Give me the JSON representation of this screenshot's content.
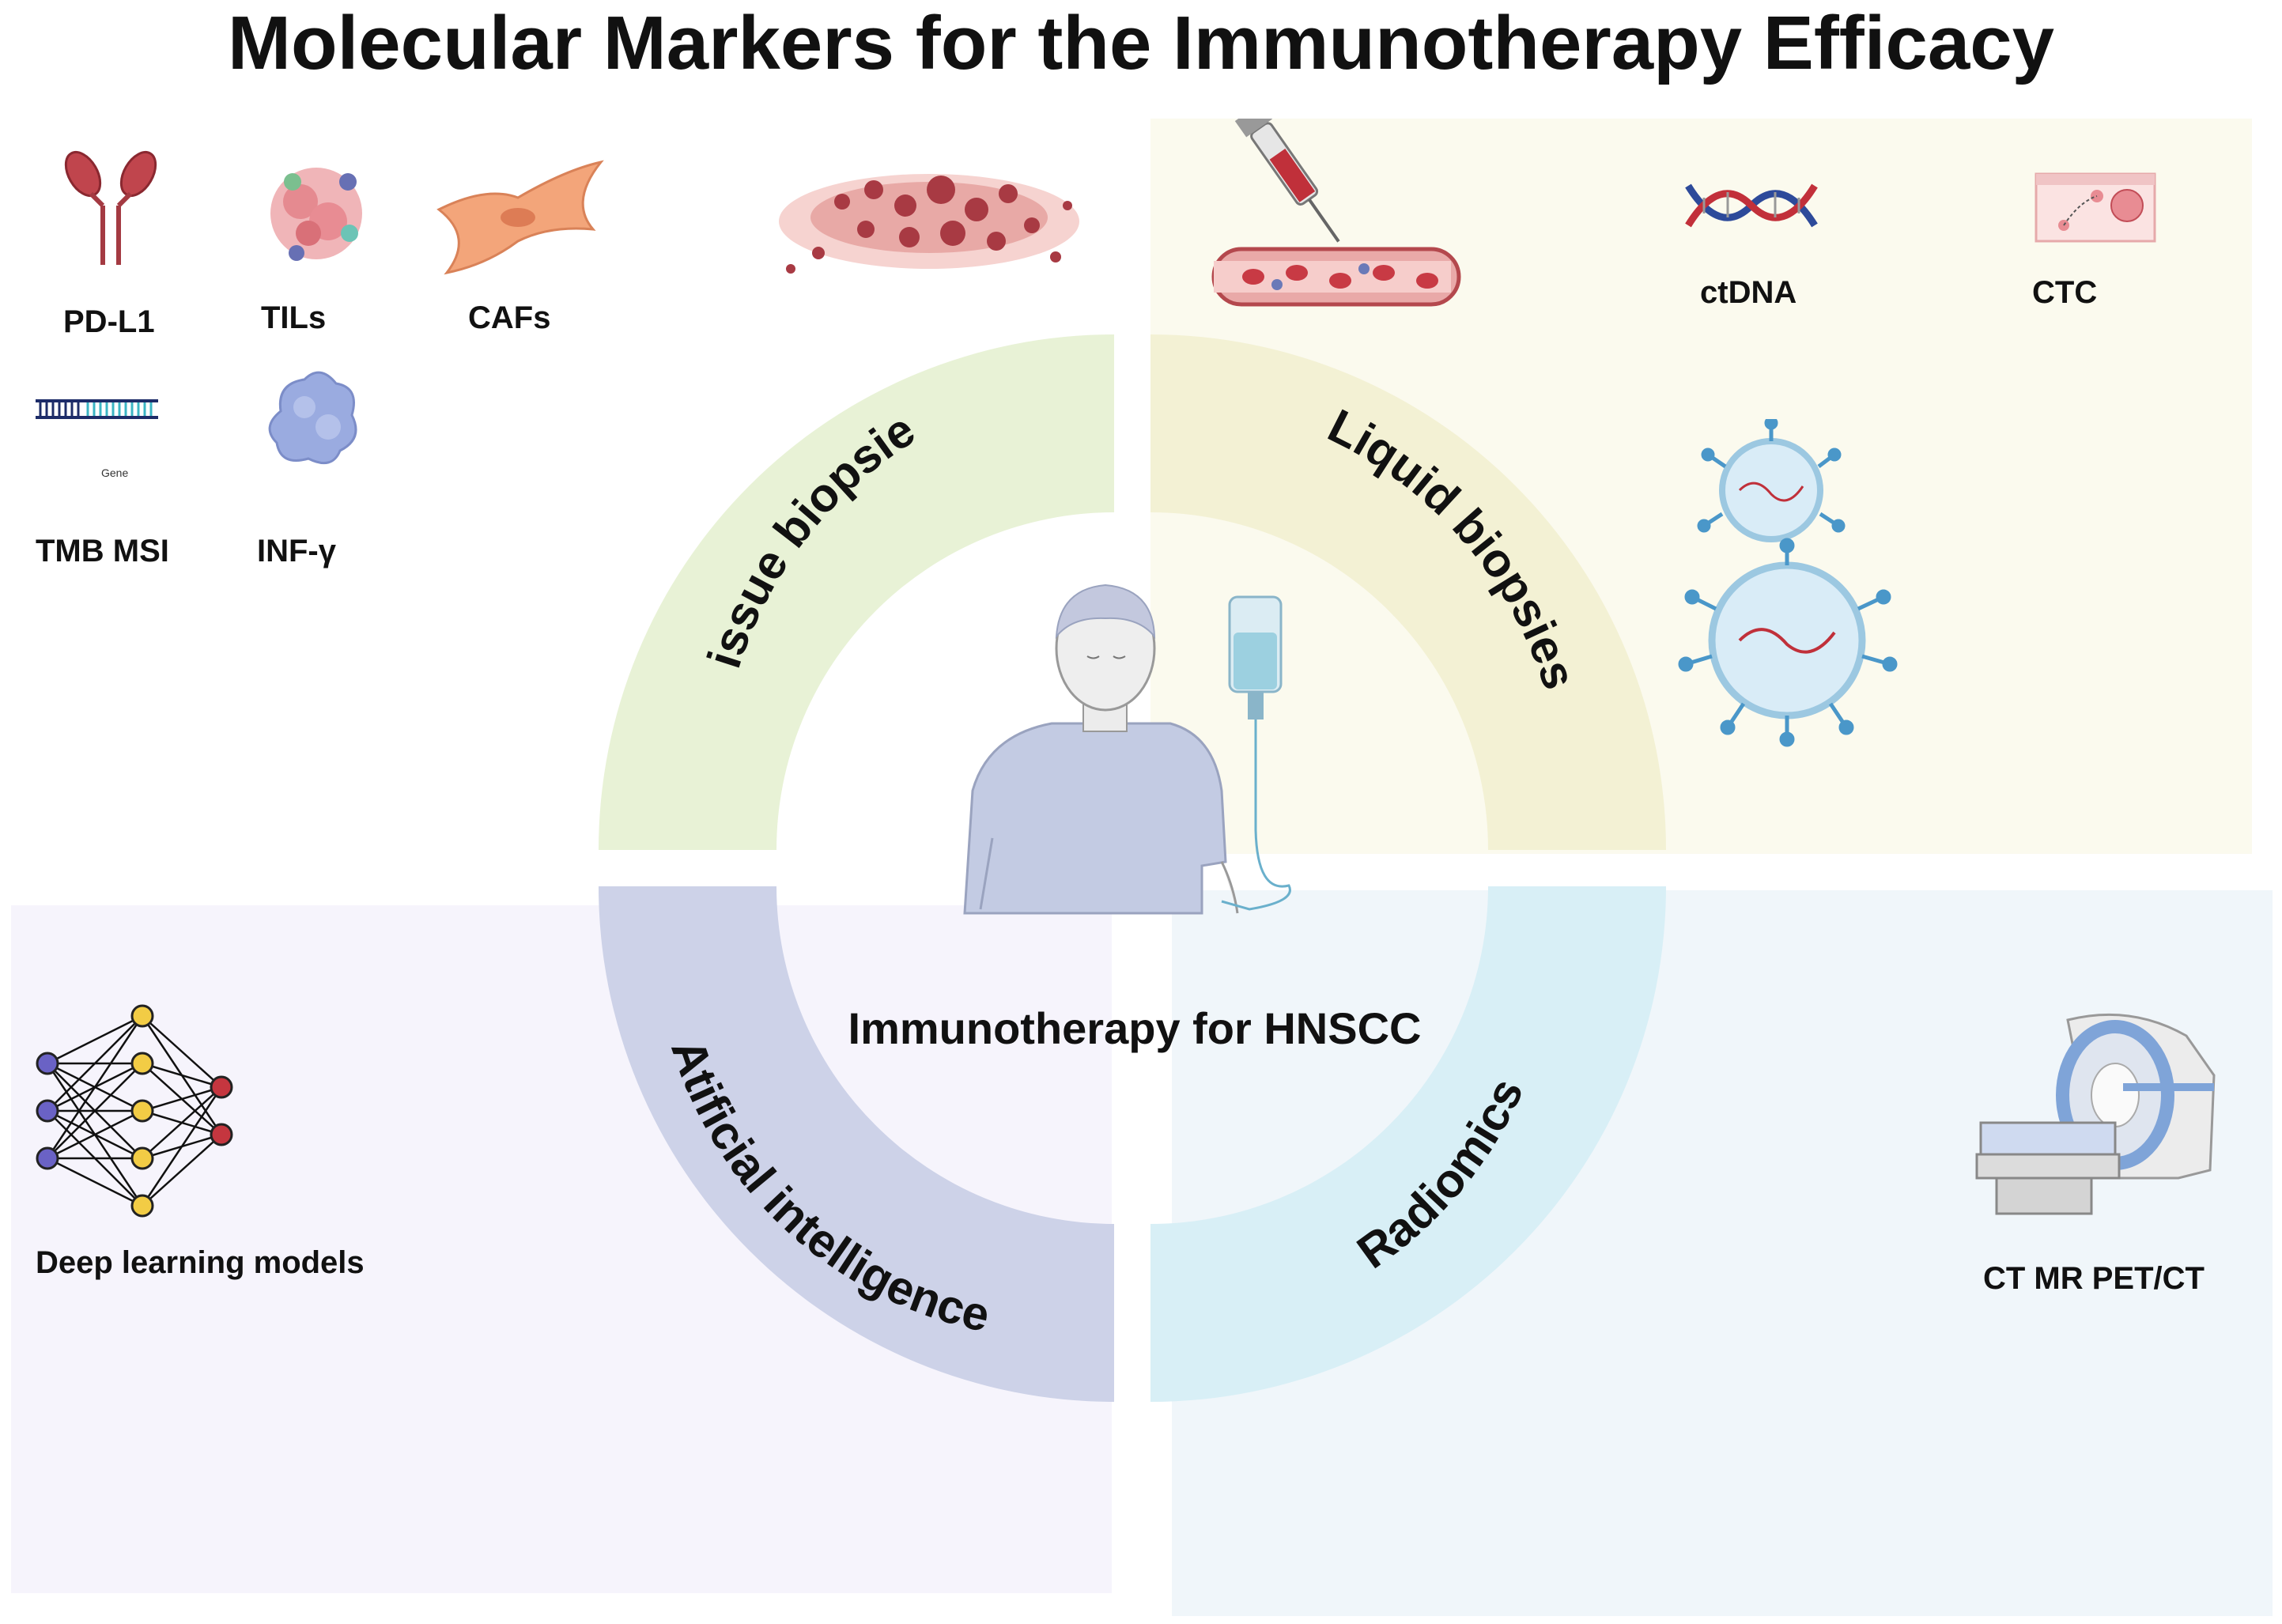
{
  "title": "Molecular Markers for the Immunotherapy Efficacy",
  "center_label": "Immunotherapy for HNSCC",
  "quadrants": {
    "tissue": {
      "label": "Tissue biopsies",
      "color": "#e8f2d6"
    },
    "liquid": {
      "label": "Liquid biopsies",
      "color": "#f3f1d4"
    },
    "ai": {
      "label": "Atificial intelligence",
      "color": "#cdd2e8"
    },
    "radiomics": {
      "label": "Radiomics",
      "color": "#d8eff6"
    }
  },
  "panels": {
    "liquid_bg": "#fbfaee",
    "ai_bg": "#f6f4fc",
    "radiomics_bg": "#f0f6fa"
  },
  "tissue_markers": {
    "pdl1": "PD-L1",
    "tils": "TILs",
    "cafs": "CAFs",
    "tmb_msi": "TMB MSI",
    "gene": "Gene",
    "infg": "INF-γ"
  },
  "liquid_markers": {
    "ctdna": "ctDNA",
    "ctc": "CTC"
  },
  "ai_markers": {
    "deep_learning": "Deep learning models"
  },
  "radiomics_markers": {
    "imaging": "CT MR PET/CT"
  },
  "icons": {
    "antibody": "antibody-icon",
    "til_cluster": "tumor-infiltrating-lymphocytes-icon",
    "fibroblast": "fibroblast-icon",
    "dna_strip": "gene-strip-icon",
    "protein": "protein-blob-icon",
    "tissue_section": "tissue-section-icon",
    "blood_vessel": "blood-vessel-syringe-icon",
    "dna_helix": "dna-helix-icon",
    "ctc_vessel": "circulating-tumor-cell-icon",
    "exosomes": "exosome-icon",
    "patient": "patient-iv-icon",
    "neural_net": "neural-network-icon",
    "scanner": "ct-scanner-icon"
  }
}
